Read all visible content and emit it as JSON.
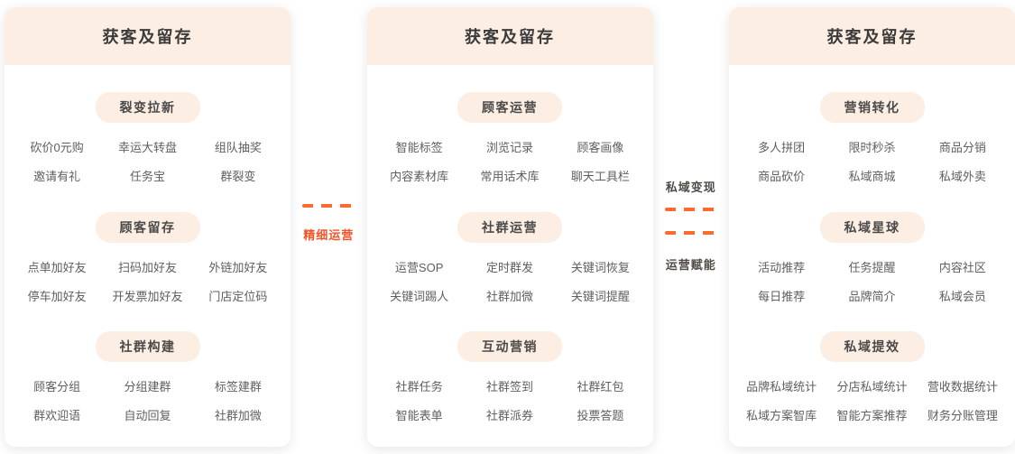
{
  "panels": [
    {
      "title": "获客及留存",
      "sections": [
        {
          "label": "裂变拉新",
          "items": [
            "砍价0元购",
            "幸运大转盘",
            "组队抽奖",
            "邀请有礼",
            "任务宝",
            "群裂变"
          ]
        },
        {
          "label": "顾客留存",
          "items": [
            "点单加好友",
            "扫码加好友",
            "外链加好友",
            "停车加好友",
            "开发票加好友",
            "门店定位码"
          ]
        },
        {
          "label": "社群构建",
          "items": [
            "顾客分组",
            "分组建群",
            "标签建群",
            "群欢迎语",
            "自动回复",
            "社群加微"
          ]
        }
      ]
    },
    {
      "title": "获客及留存",
      "sections": [
        {
          "label": "顾客运营",
          "items": [
            "智能标签",
            "浏览记录",
            "顾客画像",
            "内容素材库",
            "常用话术库",
            "聊天工具栏"
          ]
        },
        {
          "label": "社群运营",
          "items": [
            "运营SOP",
            "定时群发",
            "关键词恢复",
            "关键词踢人",
            "社群加微",
            "关键词提醒"
          ]
        },
        {
          "label": "互动营销",
          "items": [
            "社群任务",
            "社群签到",
            "社群红包",
            "智能表单",
            "社群派券",
            "投票答题"
          ]
        }
      ]
    },
    {
      "title": "获客及留存",
      "sections": [
        {
          "label": "营销转化",
          "items": [
            "多人拼团",
            "限时秒杀",
            "商品分销",
            "商品砍价",
            "私域商城",
            "私域外卖"
          ]
        },
        {
          "label": "私域星球",
          "items": [
            "活动推荐",
            "任务提醒",
            "内容社区",
            "每日推荐",
            "品牌简介",
            "私域会员"
          ]
        },
        {
          "label": "私域提效",
          "items": [
            "品牌私域统计",
            "分店私域统计",
            "营收数据统计",
            "私域方案智库",
            "智能方案推荐",
            "财务分账管理"
          ]
        }
      ]
    }
  ],
  "connectors": {
    "left": {
      "label": "精细运营"
    },
    "right": {
      "top_label": "私域变现",
      "bottom_label": "运营赋能"
    }
  },
  "colors": {
    "panel_header_bg": "#fceee3",
    "pill_bg": "#fceee3",
    "dash_orange": "#ff6a2e",
    "connector_label_orange": "#f2542a",
    "connector_label_dark": "#4e4a46",
    "item_text": "#5f5f5f",
    "title_text": "#3b3b3b"
  }
}
